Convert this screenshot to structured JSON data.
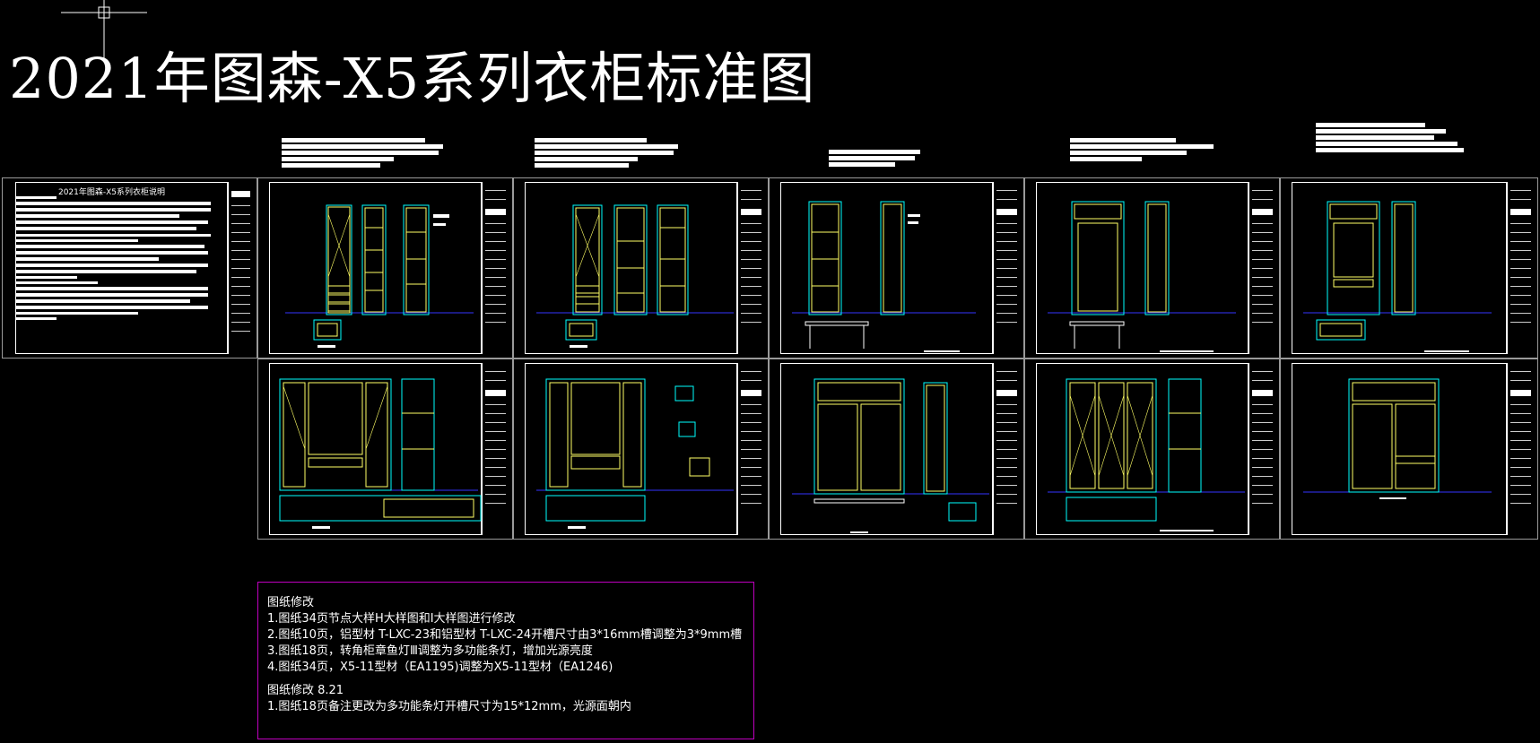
{
  "title": "2021年图森-X5系列衣柜标准图",
  "spec_sheet": {
    "title": "2021年图森-X5系列衣柜说明"
  },
  "notes": {
    "heading1": "图纸修改",
    "items1": [
      "1.图纸34页节点大样H大样图和I大样图进行修改",
      "2.图纸10页，铝型材 T-LXC-23和铝型材 T-LXC-24开槽尺寸由3*16mm槽调整为3*9mm槽",
      "3.图纸18页，转角柜章鱼灯Ⅲ调整为多功能条灯，增加光源亮度",
      "4.图纸34页，X5-11型材（EA1195)调整为X5-11型材（EA1246)"
    ],
    "heading2": "图纸修改 8.21",
    "items2": [
      "1.图纸18页备注更改为多功能条灯开槽尺寸为15*12mm，光源面朝内"
    ]
  },
  "colors": {
    "background": "#000000",
    "drawing_cyan": "#00ffff",
    "drawing_yellow": "#ffff66",
    "drawing_blue": "#3333ff",
    "notes_border": "#c000c0"
  },
  "icons": {
    "cursor": "crosshair-cursor-icon"
  }
}
